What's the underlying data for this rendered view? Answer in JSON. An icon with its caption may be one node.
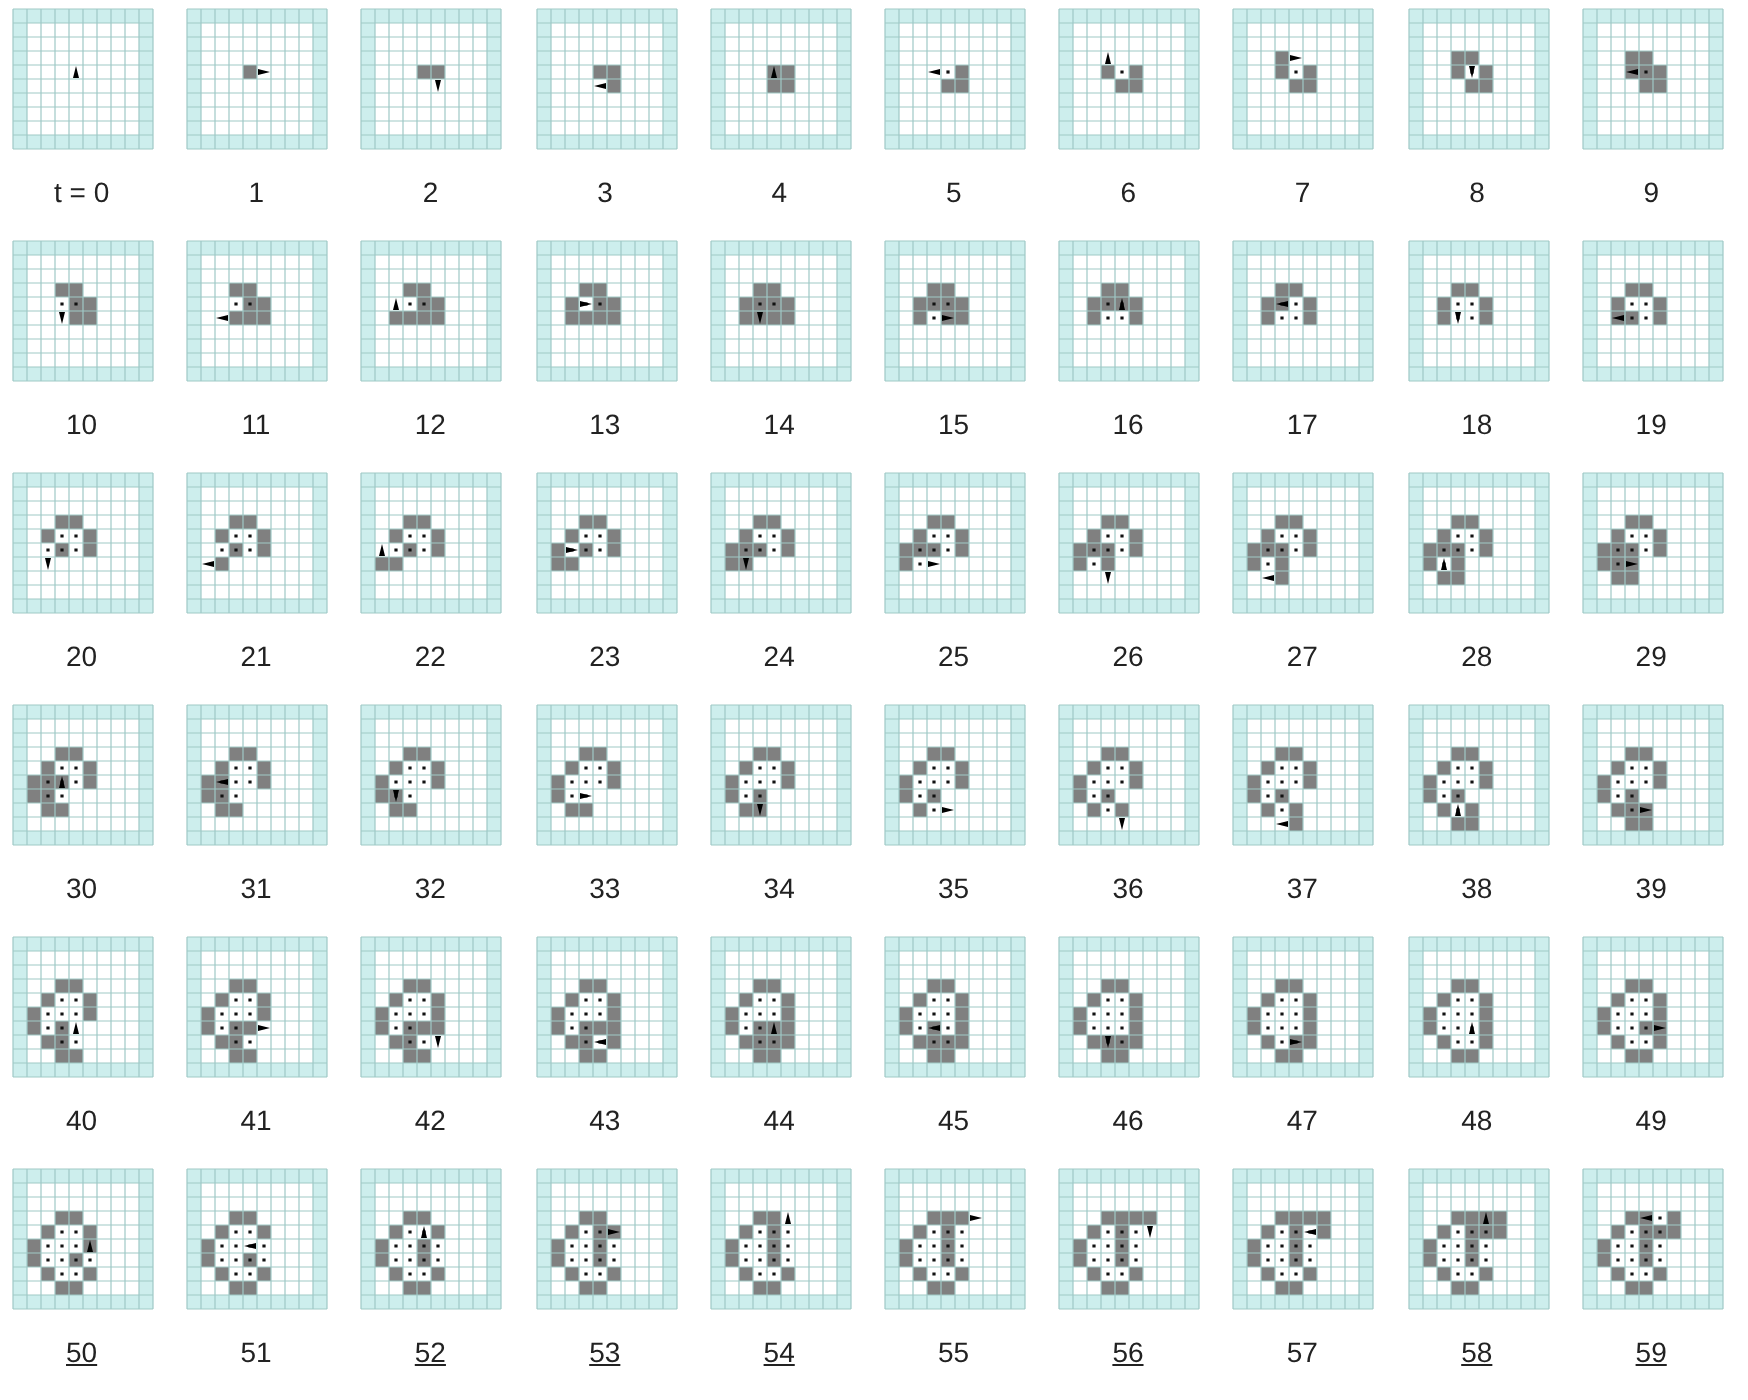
{
  "diagram": {
    "labels": [
      "t = 0",
      "1",
      "2",
      "3",
      "4",
      "5",
      "6",
      "7",
      "8",
      "9",
      "10",
      "11",
      "12",
      "13",
      "14",
      "15",
      "16",
      "17",
      "18",
      "19",
      "20",
      "21",
      "22",
      "23",
      "24",
      "25",
      "26",
      "27",
      "28",
      "29",
      "30",
      "31",
      "32",
      "33",
      "34",
      "35",
      "36",
      "37",
      "38",
      "39",
      "40",
      "41",
      "42",
      "43",
      "44",
      "45",
      "46",
      "47",
      "48",
      "49",
      "50",
      "51",
      "52",
      "53",
      "54",
      "55",
      "56",
      "57",
      "58",
      "59"
    ]
  }
}
